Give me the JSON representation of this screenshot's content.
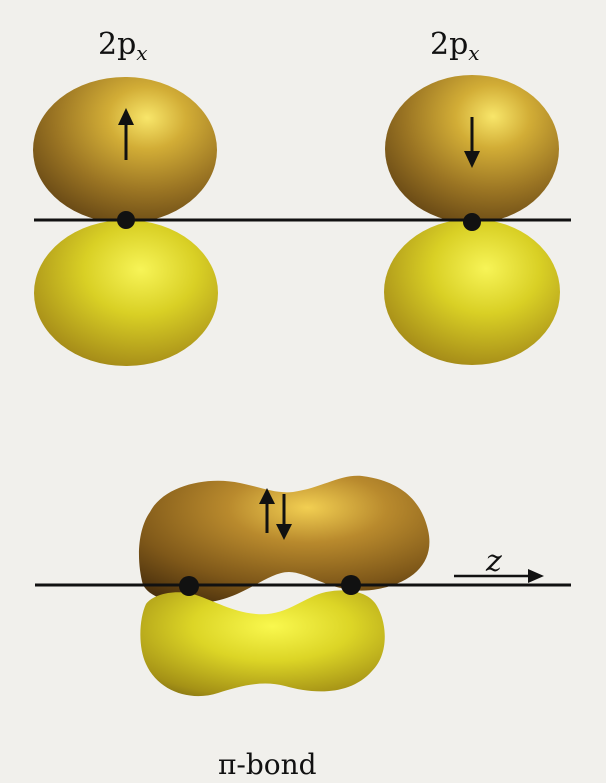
{
  "orbitals": {
    "left": {
      "label_main": "2p",
      "label_sub": "x",
      "spin": "up"
    },
    "right": {
      "label_main": "2p",
      "label_sub": "x",
      "spin": "down"
    }
  },
  "bond": {
    "spin": "up-down pair",
    "axis_label": "z",
    "caption": "π-bond"
  },
  "colors": {
    "background": "#f1f0ec",
    "upper_lobe": "#8b6a1a",
    "lower_lobe": "#d7d21f",
    "lines": "#111111"
  },
  "icons": {
    "spin_up": "arrow-up-icon",
    "spin_down": "arrow-down-icon",
    "axis": "arrow-right-icon",
    "nucleus": "dot-icon"
  }
}
